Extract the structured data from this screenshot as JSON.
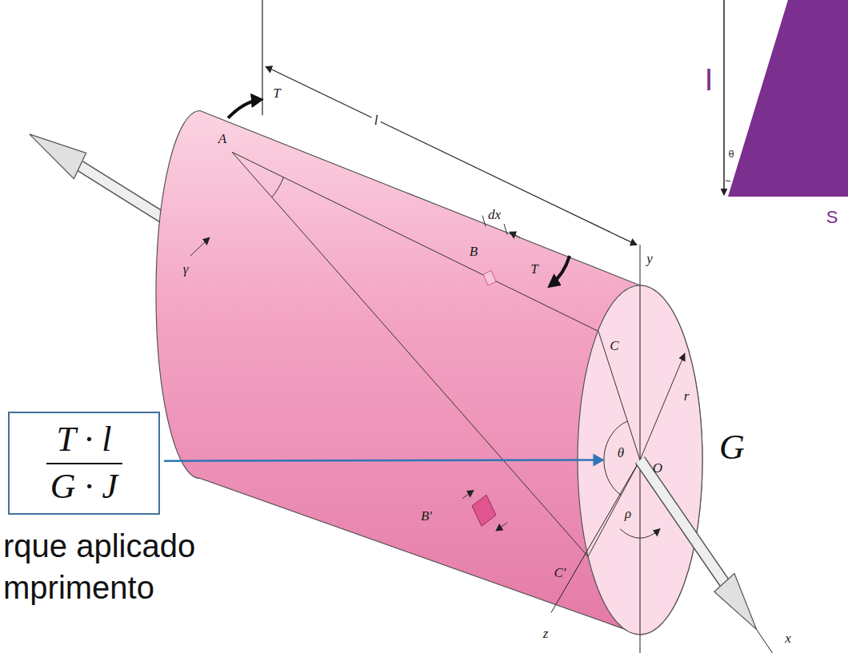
{
  "diagram": {
    "nodes": [
      {
        "text": [
          "T · l",
          "G · J"
        ]
      }
    ],
    "labels": [
      "A",
      "T",
      "l",
      "y",
      "γ",
      "dx",
      "B",
      "B′",
      "T",
      "C",
      "C′",
      "r",
      "θ",
      "ρ",
      "O",
      "z",
      "x",
      "I",
      "θ",
      "S",
      "G",
      "rque aplicado",
      "mprimento"
    ]
  }
}
